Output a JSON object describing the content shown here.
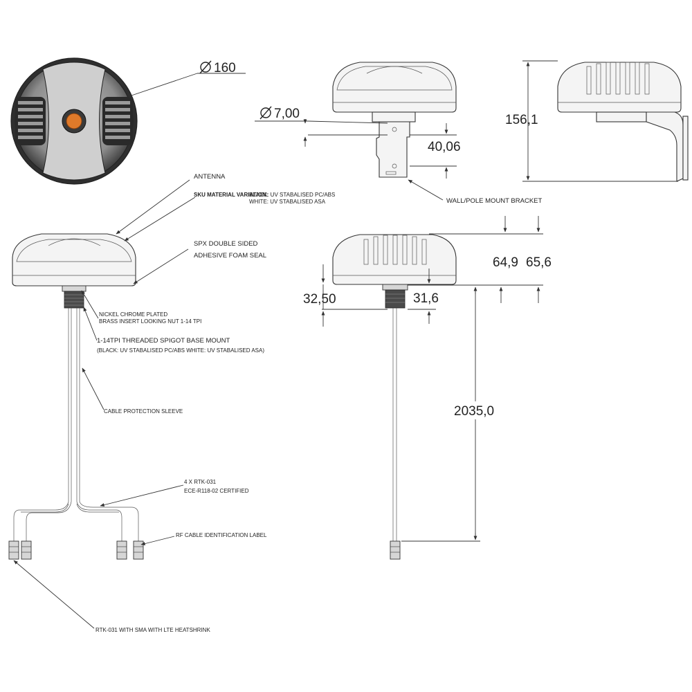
{
  "dimensions": {
    "diameter_160": "160",
    "diameter_7": "7,00",
    "bracket_offset": "40,06",
    "height_with_bracket": "156,1",
    "height_a": "64,9",
    "height_b": "65,6",
    "base_height": "32,50",
    "spigot_height": "31,6",
    "cable_length": "2035,0"
  },
  "callouts": {
    "antenna": "ANTENNA",
    "sku_title": "SKU MATERIAL VARIATION:",
    "sku_line1": "BLACK: UV STABALISED PC/ABS",
    "sku_line2": "WHITE: UV STABALISED ASA",
    "foam_line1": "SPX DOUBLE SIDED",
    "foam_line2": "ADHESIVE FOAM SEAL",
    "nut_line1": "NICKEL CHROME PLATED",
    "nut_line2": "BRASS INSERT LOOKING NUT 1-14 TPI",
    "spigot_line1": "1-14TPI THREADED SPIGOT BASE MOUNT",
    "spigot_line2": "(BLACK: UV STABALISED PC/ABS WHITE: UV STABALISED ASA)",
    "sleeve": "CABLE PROTECTION SLEEVE",
    "rtk_line1": "4 X RTK-031",
    "rtk_line2": "ECE-R118-02 CERTIFIED",
    "rf_label": "RF CABLE IDENTIFICATION LABEL",
    "sma": "RTK-031 WITH SMA WITH LTE HEATSHRINK",
    "bracket": "WALL/POLE MOUNT BRACKET"
  },
  "icons": {
    "diameter_symbol": "diameter-icon",
    "arrow": "dimension-arrow-icon"
  },
  "colors": {
    "line": "#333333",
    "connector": "#e07a2a"
  }
}
